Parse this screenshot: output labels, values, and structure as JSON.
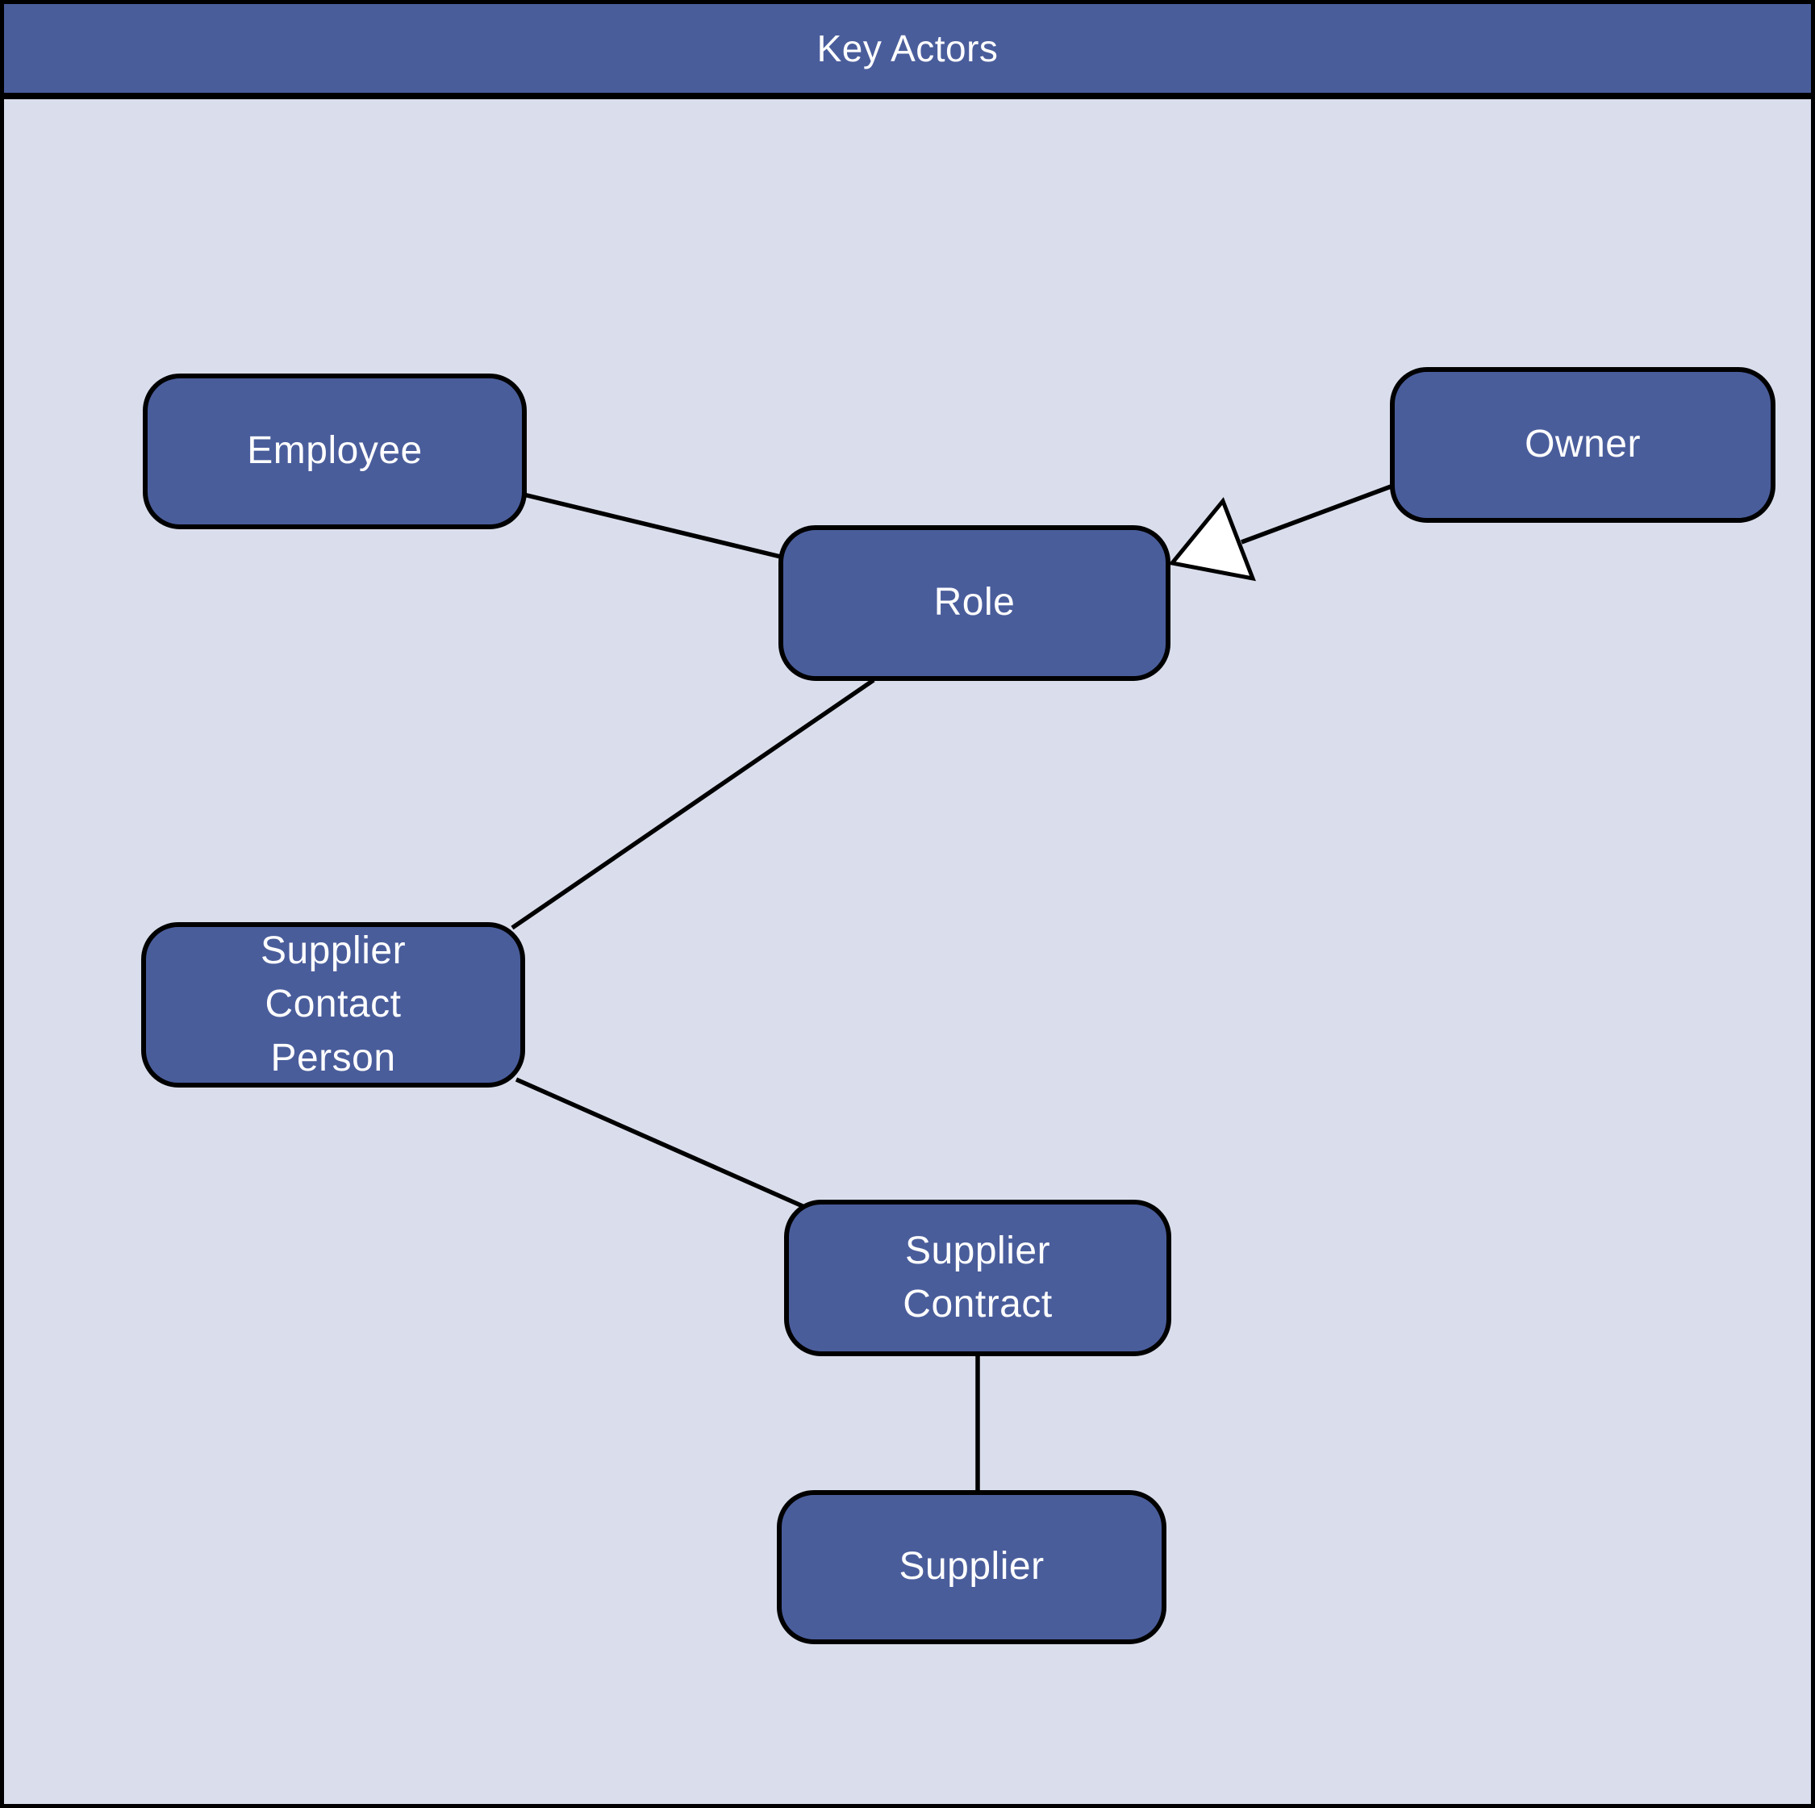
{
  "header": {
    "title": "Key Actors"
  },
  "diagram": {
    "nodes": [
      {
        "id": "employee",
        "label": "Employee"
      },
      {
        "id": "owner",
        "label": "Owner"
      },
      {
        "id": "role",
        "label": "Role"
      },
      {
        "id": "supplier-contact-person",
        "label": "Supplier Contact Person"
      },
      {
        "id": "supplier-contract",
        "label": "Supplier Contract"
      },
      {
        "id": "supplier",
        "label": "Supplier"
      }
    ],
    "edges": [
      {
        "from": "employee",
        "to": "role",
        "type": "association"
      },
      {
        "from": "owner",
        "to": "role",
        "type": "generalization",
        "arrowhead": "hollow-triangle"
      },
      {
        "from": "role",
        "to": "supplier-contact-person",
        "type": "association"
      },
      {
        "from": "supplier-contact-person",
        "to": "supplier-contract",
        "type": "association"
      },
      {
        "from": "supplier-contract",
        "to": "supplier",
        "type": "association"
      }
    ]
  },
  "colors": {
    "titlebar_bg": "#4a5d9b",
    "title_text": "#ffffff",
    "canvas_bg": "#dadeec",
    "node_fill": "#4a5d9b",
    "node_stroke": "#000000",
    "node_text": "#ffffff",
    "edge_color": "#000000",
    "arrowhead_fill": "#ffffff"
  }
}
